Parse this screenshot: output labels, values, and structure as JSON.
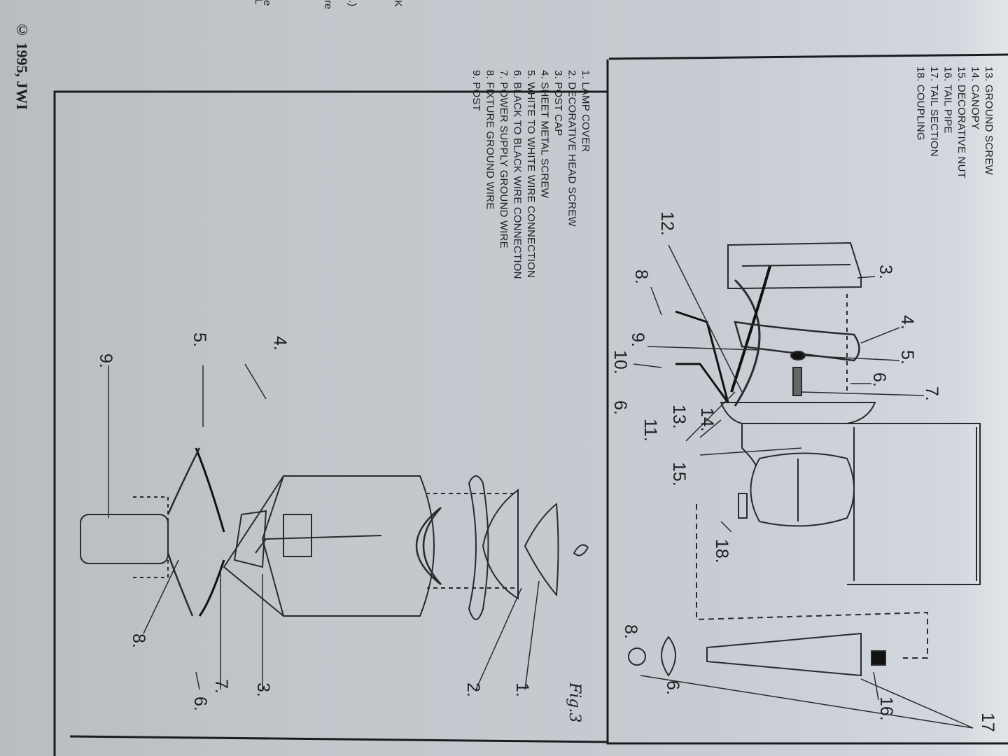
{
  "edge_fragments": [
    "e",
    "L",
    "re",
    ".)",
    "K"
  ],
  "copyright": "© 1995, JWI",
  "upper_parts_list": [
    "13. GROUND SCREW",
    "14. CANOPY",
    "15. DECORATIVE NUT",
    "16. TAIL PIPE",
    "17. TAIL SECTION",
    "18. COUPLING"
  ],
  "lower_parts_list": [
    "1. LAMP COVER",
    "2. DECORATIVE HEAD SCREW",
    "3. POST CAP",
    "4. SHEET METAL SCREW",
    "5. WHITE TO WHITE WIRE CONNECTION",
    "6. BLACK TO BLACK WIRE CONNECTION",
    "7. POWER SUPPLY GROUND WIRE",
    "8. FIXTURE GROUND WIRE",
    "9. POST"
  ],
  "figure_label": "Fig.3",
  "upper_callouts": {
    "c3": "3.",
    "c4": "4.",
    "c5": "5.",
    "c6a": "6.",
    "c7": "7.",
    "c12": "12.",
    "c8": "8.",
    "c9": "9.",
    "c10": "10.",
    "c6b": "6.",
    "c14": "14.",
    "c13": "13.",
    "c11": "11.",
    "c15": "15.",
    "c18": "18.",
    "c16": "16.",
    "c17": "17",
    "c6c": "6.",
    "c8b": "8."
  },
  "lower_callouts": {
    "c1": "1.",
    "c2": "2.",
    "c3": "3.",
    "c7": "7.",
    "c6": "6.",
    "c8": "8.",
    "c4": "4.",
    "c5": "5.",
    "c9": "9."
  }
}
